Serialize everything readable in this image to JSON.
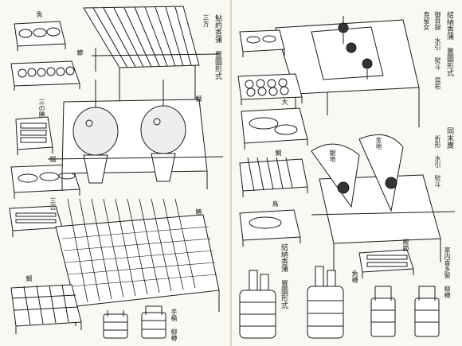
{
  "labels": {
    "left_tray_title": "三方",
    "left_caption_main": "鮎約香蒲 置圖形式",
    "left_mid_label": "鯛",
    "left_fish_label": "魚",
    "left_small_1": "鯵",
    "left_small_2": "三の膳",
    "left_small_3": "鰯",
    "left_small_4": "三吉",
    "left_bottom_label": "鯛",
    "left_bucket_label": "手桶 柳樽",
    "left_grill_label": "鰆",
    "right_top_caption": "結納香蒲 置圖形式",
    "right_top_note": "御目録 水引 熨斗 昆布",
    "right_top_small": "寿留女",
    "right_mid_caption": "同末廣",
    "right_mid_note": "折形 水引 熨斗",
    "right_fan_1": "銀地",
    "right_fan_2": "金地",
    "right_shelf_1": "鯛",
    "right_shelf_2": "大",
    "right_shelf_3": "鳥",
    "right_bottom_caption": "結納香蒲 置圖形式",
    "right_bucket_note": "角樽",
    "right_side_note": "家内喜多留 柳樽",
    "right_small_tray": "鰹節"
  },
  "colors": {
    "ink": "#1a1a1a",
    "paper": "#faf8f2"
  }
}
